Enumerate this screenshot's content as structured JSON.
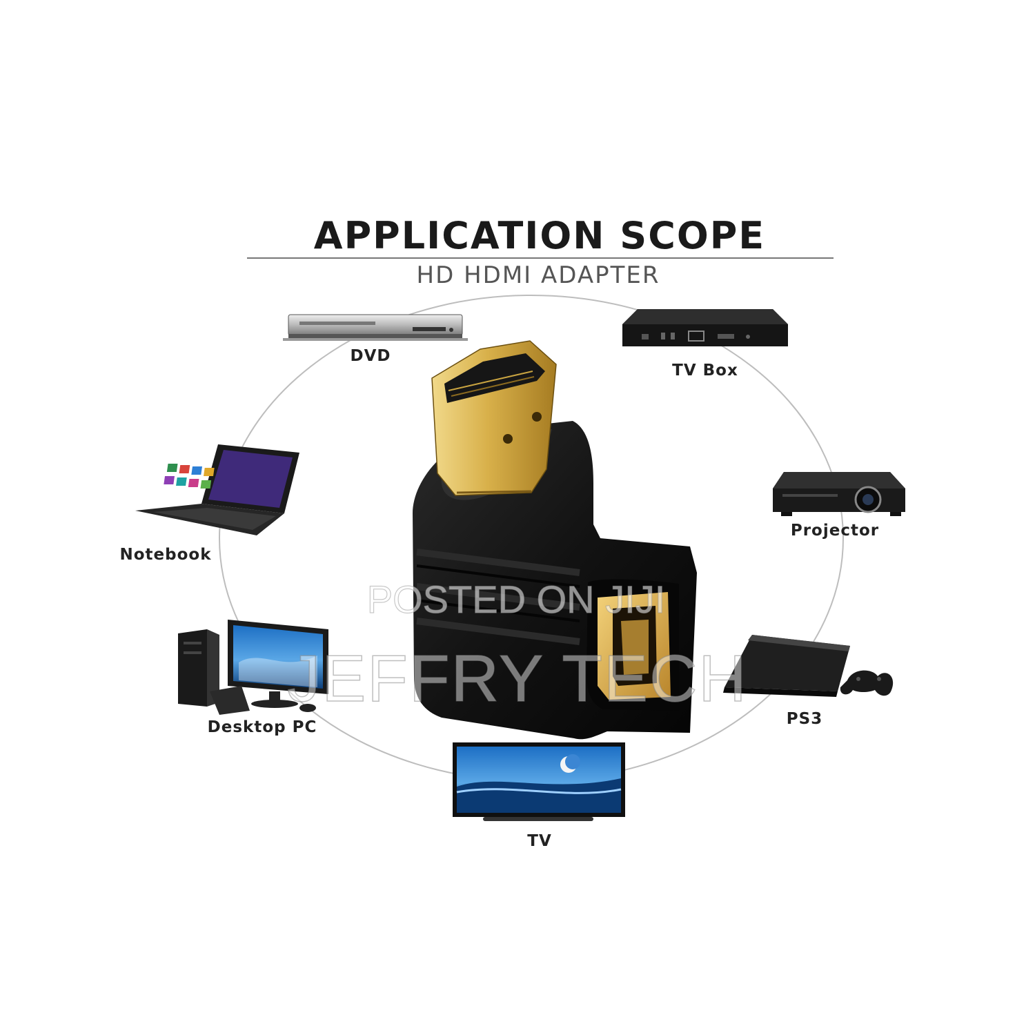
{
  "header": {
    "title": "APPLICATION SCOPE",
    "subtitle": "HD HDMI ADAPTER"
  },
  "devices": {
    "dvd": "DVD",
    "tv_box": "TV Box",
    "notebook": "Notebook",
    "projector": "Projector",
    "desktop_pc": "Desktop PC",
    "ps3": "PS3",
    "tv": "TV"
  },
  "watermark": {
    "posted": "POSTED ON JIJI",
    "shop": "JEFFRY TECH"
  },
  "colors": {
    "connector_gold": "#d8b04a",
    "adapter_body": "#111111",
    "ring": "#bdbdbd"
  },
  "icons": {
    "product": "hdmi-right-angle-adapter",
    "dvd": "dvd-player-icon",
    "tv_box": "tv-box-icon",
    "notebook": "laptop-icon",
    "projector": "projector-icon",
    "desktop_pc": "desktop-pc-icon",
    "ps3": "game-console-icon",
    "tv": "tv-icon"
  }
}
